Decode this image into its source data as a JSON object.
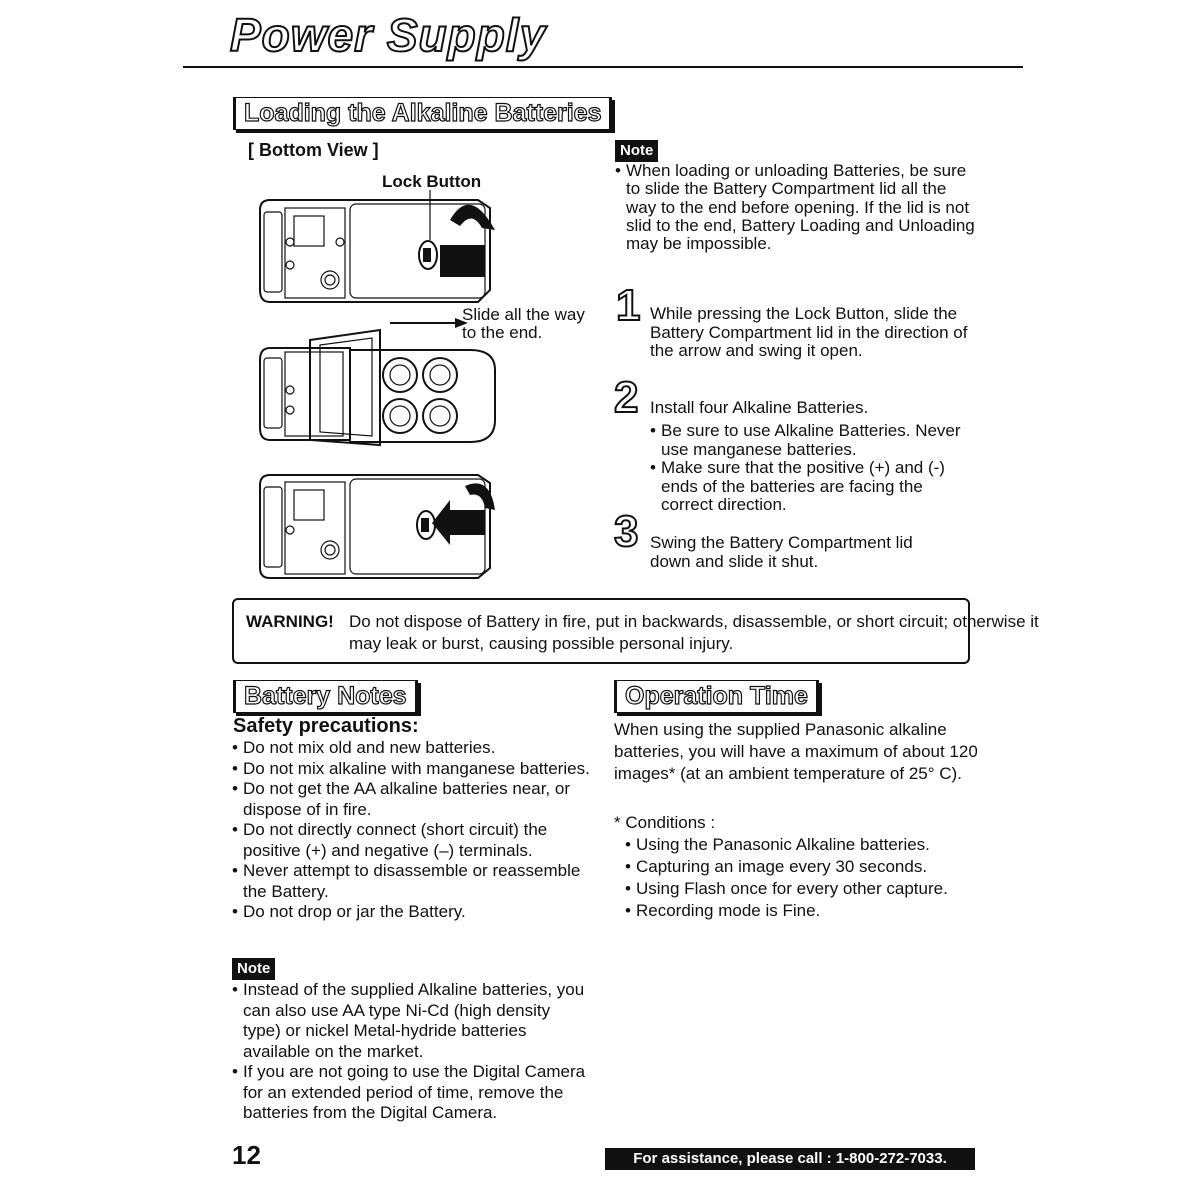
{
  "page": {
    "title": "Power Supply",
    "page_number": "12",
    "footer": "For assistance, please call : 1-800-272-7033."
  },
  "loading": {
    "heading": "Loading the Alkaline Batteries",
    "bottom_view": "[ Bottom View ]",
    "lock_button": "Lock Button",
    "slide_label": [
      "Slide all the way",
      "to the end."
    ],
    "note_badge": "Note",
    "note_text": "When loading or unloading Batteries, be sure to slide the Battery Compartment lid all the way to the end before opening. If the lid is not slid to the end, Battery Loading and Unloading may be impossible.",
    "steps": [
      {
        "num": "1",
        "text": "While pressing the Lock Button, slide the Battery Compartment lid in the direction of the arrow and swing it open."
      },
      {
        "num": "2",
        "text": "Install four Alkaline Batteries.",
        "bullets": [
          "Be sure to use Alkaline Batteries. Never use manganese batteries.",
          "Make sure that the positive (+) and (-) ends of the batteries are facing the correct direction."
        ]
      },
      {
        "num": "3",
        "text": "Swing the Battery Compartment lid down and slide it shut."
      }
    ]
  },
  "warning": {
    "label": "WARNING!",
    "text": "Do not dispose of Battery in fire, put in backwards, disassemble, or short circuit; otherwise it may leak or burst, causing possible personal injury."
  },
  "battery_notes": {
    "heading": "Battery Notes",
    "subheading": "Safety precautions:",
    "items": [
      "Do not mix old and new batteries.",
      "Do not mix alkaline with manganese batteries.",
      "Do not get the AA alkaline batteries near, or dispose of in fire.",
      "Do not directly connect (short circuit) the positive (+) and negative (–) terminals.",
      "Never attempt to disassemble or reassemble the Battery.",
      "Do not drop or jar the Battery."
    ],
    "note_badge": "Note",
    "note_items": [
      "Instead of the supplied Alkaline batteries, you can also use AA type Ni-Cd (high density type) or nickel Metal-hydride batteries available on the market.",
      "If you are not going to use the Digital Camera for an extended period of time, remove the batteries from the Digital Camera."
    ]
  },
  "operation_time": {
    "heading": "Operation Time",
    "intro": "When using the supplied Panasonic alkaline batteries, you will have a maximum of about 120 images* (at an ambient temperature of 25° C).",
    "conditions_label": "* Conditions :",
    "conditions": [
      "Using the Panasonic Alkaline batteries.",
      "Capturing an image every 30 seconds.",
      "Using Flash once for every other capture.",
      "Recording mode is Fine."
    ]
  }
}
